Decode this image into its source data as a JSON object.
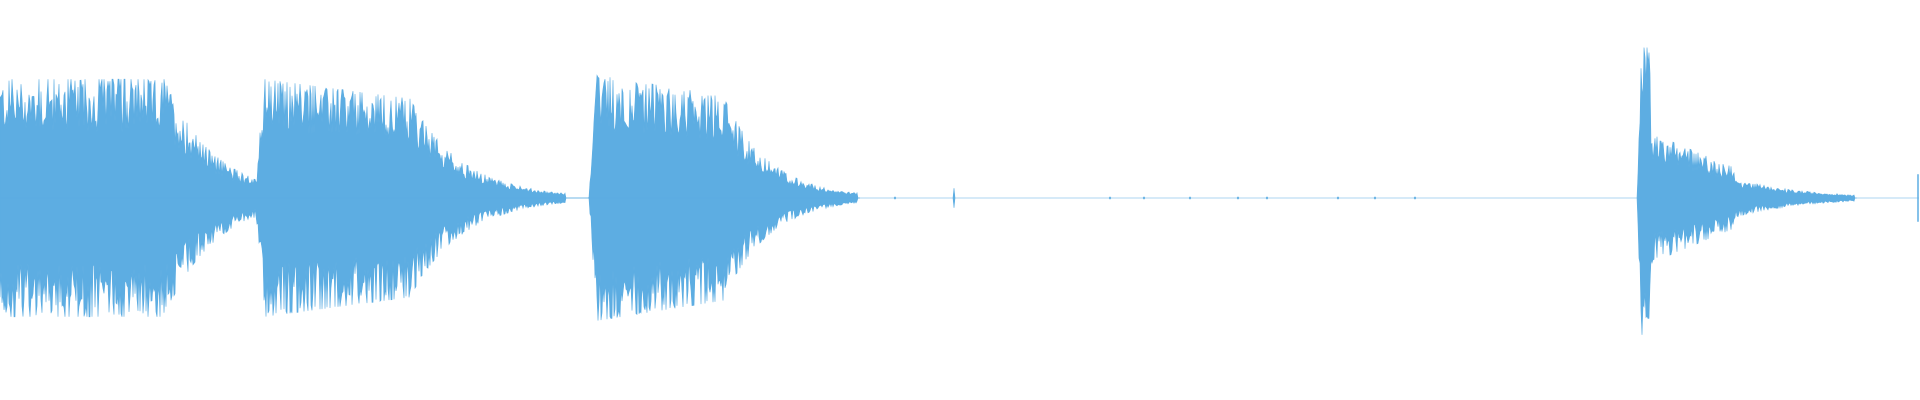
{
  "waveform": {
    "color": "#5dade2",
    "background": "#ffffff",
    "bursts": [
      {
        "start": 0.0,
        "end": 0.156,
        "peak_amplitude": 0.6,
        "onset": "sustained"
      },
      {
        "start": 0.133,
        "end": 0.295,
        "peak_amplitude": 0.6,
        "onset": "sharp"
      },
      {
        "start": 0.307,
        "end": 0.447,
        "peak_amplitude": 0.62,
        "onset": "sharp"
      },
      {
        "start": 0.853,
        "end": 0.966,
        "peak_amplitude": 0.76,
        "onset": "spike"
      }
    ],
    "ticks": [
      {
        "position": 0.497,
        "amplitude": 0.05
      },
      {
        "position": 0.466,
        "amplitude": 0.006
      },
      {
        "position": 0.578,
        "amplitude": 0.006
      },
      {
        "position": 0.596,
        "amplitude": 0.006
      },
      {
        "position": 0.62,
        "amplitude": 0.006
      },
      {
        "position": 0.645,
        "amplitude": 0.006
      },
      {
        "position": 0.66,
        "amplitude": 0.006
      },
      {
        "position": 0.697,
        "amplitude": 0.006
      },
      {
        "position": 0.716,
        "amplitude": 0.006
      },
      {
        "position": 0.737,
        "amplitude": 0.006
      }
    ],
    "edge_marker": {
      "position": 0.999,
      "amplitude": 0.12
    }
  }
}
